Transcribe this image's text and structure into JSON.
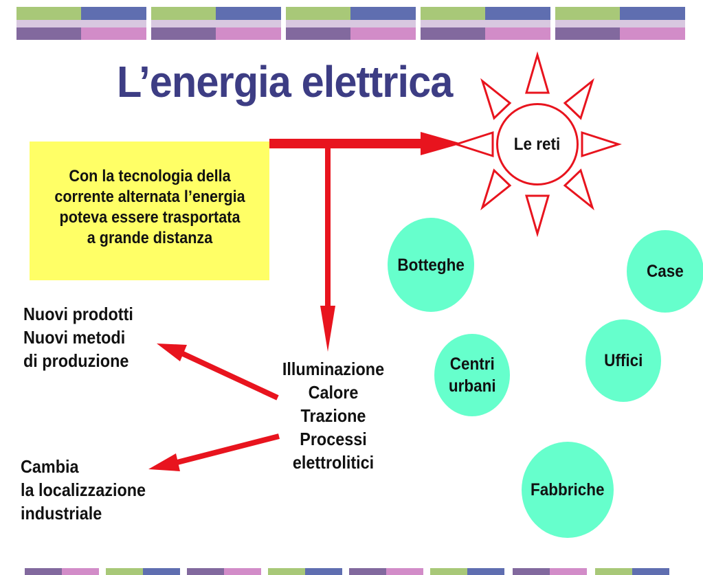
{
  "title": "L’energia elettrica",
  "box_text": "Con la tecnologia della\ncorrente alternata l’energia\npoteva essere trasportata\na grande distanza",
  "hub_label": "Le reti",
  "uses_text": "Illuminazione\nCalore\nTrazione\nProcessi\nelettrolitici",
  "effect_1": "Nuovi prodotti\nNuovi metodi\ndi produzione",
  "effect_2": "Cambia\nla localizzazione\nindustriale",
  "places": {
    "botteghe": "Botteghe",
    "case": "Case",
    "centri_urbani": "Centri\nurbani",
    "uffici": "Uffici",
    "fabbriche": "Fabbriche"
  },
  "colors": {
    "title": "#3d3d84",
    "arrow": "#e8141e",
    "box": "#ffff66",
    "circle": "#66ffcc",
    "stripe_green": "#a8c878",
    "stripe_blue": "#5f6eb0",
    "stripe_purple": "#82699e",
    "stripe_pink": "#d28cc8"
  }
}
